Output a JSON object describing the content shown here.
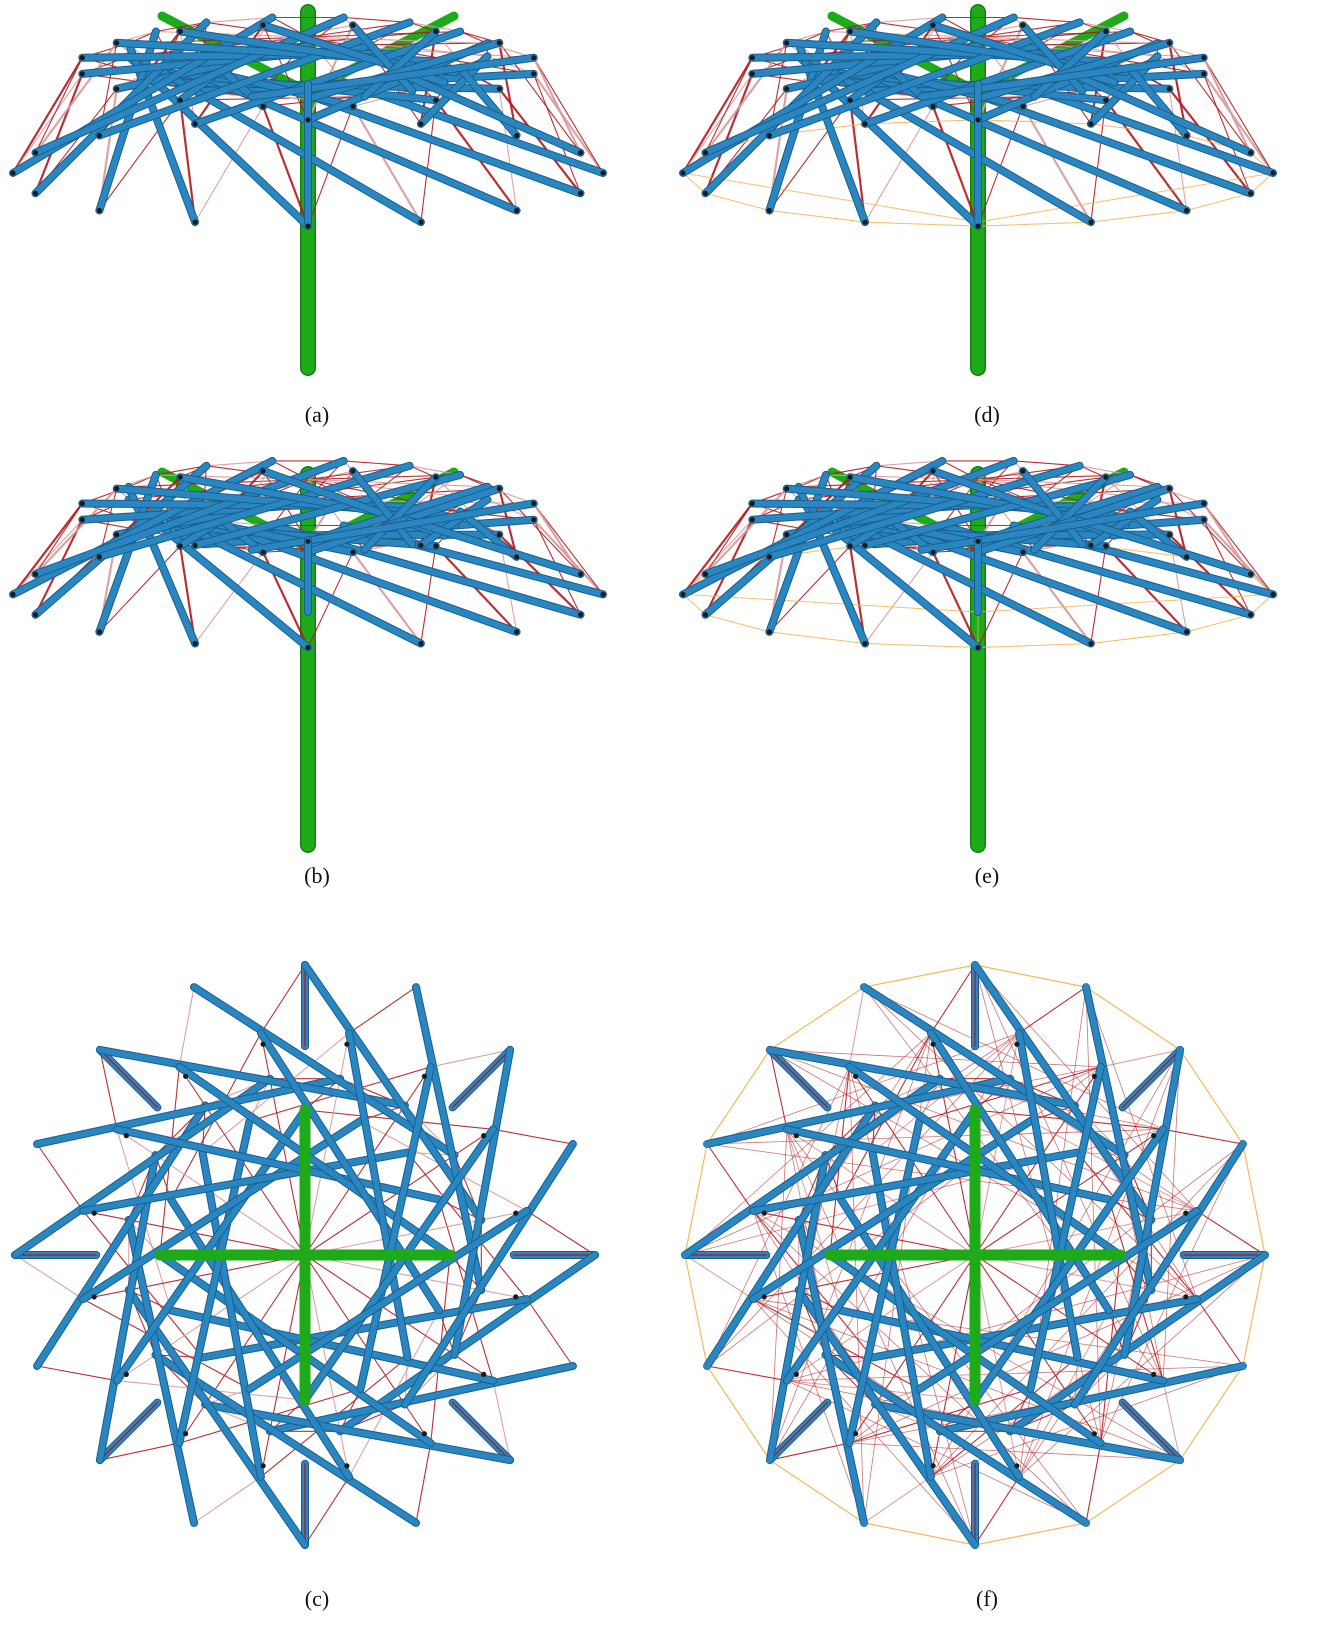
{
  "figure": {
    "panels": [
      {
        "id": "a",
        "caption": "(a)",
        "view": "side-tall",
        "cables": "red"
      },
      {
        "id": "d",
        "caption": "(d)",
        "view": "side-tall",
        "cables": "red-yellow"
      },
      {
        "id": "b",
        "caption": "(b)",
        "view": "side-flat",
        "cables": "red"
      },
      {
        "id": "e",
        "caption": "(e)",
        "view": "side-flat",
        "cables": "red-yellow"
      },
      {
        "id": "c",
        "caption": "(c)",
        "view": "top",
        "cables": "red"
      },
      {
        "id": "f",
        "caption": "(f)",
        "view": "top",
        "cables": "red-yellow"
      }
    ]
  },
  "colors": {
    "strut": "#2a86c1",
    "strut_edge": "#1a5f8c",
    "mast": "#1faa1a",
    "cable": "#b2191d",
    "cable_light": "#d89a9c",
    "cable_outer": "#f2b24a",
    "node": "#1a1a1a"
  }
}
